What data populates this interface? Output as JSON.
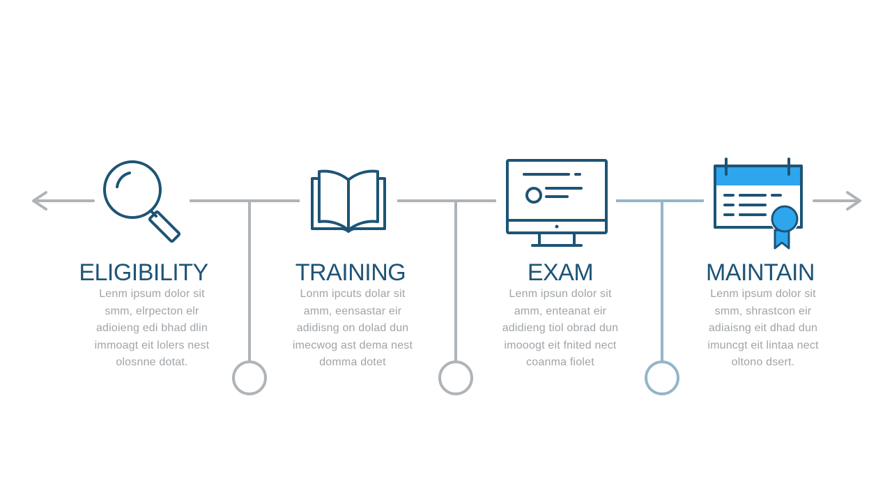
{
  "steps": [
    {
      "title": "ELIGIBILITY",
      "icon": "magnifying-glass-icon",
      "lines": [
        "Lenm ipsum dolor sit",
        "smm, elrpecton elr",
        "adioieng edi bhad dlin",
        "immoagt eit lolers nest",
        "olosnne dotat."
      ]
    },
    {
      "title": "TRAINING",
      "icon": "open-book-icon",
      "lines": [
        "Lonm ipcuts dolar sit",
        "amm, eensastar eir",
        "adidisng on dolad dun",
        "imecwog ast dema nest",
        "domma dotet"
      ]
    },
    {
      "title": "EXAM",
      "icon": "computer-monitor-icon",
      "lines": [
        "Lenm ipsun dolor sit",
        "amm, enteanat eir",
        "adidieng tiol obrad dun",
        "imooogt eit fnited nect",
        "coanma fiolet"
      ]
    },
    {
      "title": "MAINTAIN",
      "icon": "calendar-certificate-icon",
      "lines": [
        "Lenm ipsum dolor sit",
        "smm, shrastcon eir",
        "adiaisng eit dhad dun",
        "imuncgt eit lintaa nect",
        "oltono dsert."
      ]
    }
  ],
  "colors": {
    "title": "#1d5476",
    "icon_dark": "#1d5476",
    "accent_blue": "#2ea6ee",
    "line_gray": "#aeb4b8",
    "line_blue": "#93b6c9",
    "body_text": "#9fa4a8"
  }
}
